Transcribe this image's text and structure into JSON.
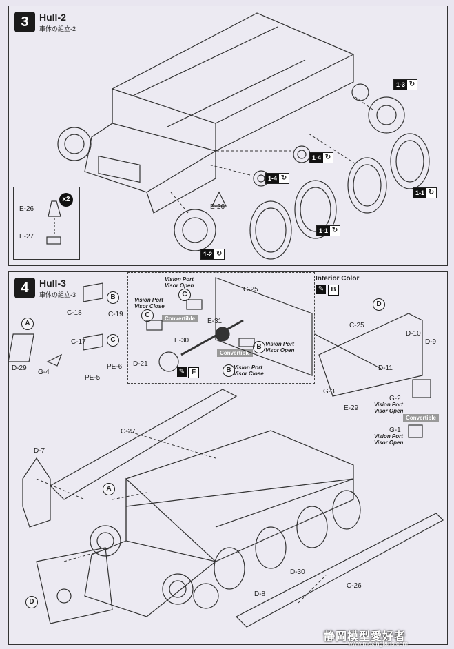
{
  "step3": {
    "number": "3",
    "title": "Hull-2",
    "subtitle": "車体の組立-2",
    "labels": {
      "e26_inset": "E-26",
      "e27_inset": "E-27",
      "e26_main": "E-26",
      "qty": "x2"
    },
    "tags": [
      "1-3",
      "1-4",
      "1-4",
      "1-1",
      "1-1",
      "1-2"
    ]
  },
  "step4": {
    "number": "4",
    "title": "Hull-3",
    "subtitle": "車体の組立-3",
    "interior_color_label": "Interior Color",
    "interior_color_code": "B",
    "paint_code_f": "F",
    "convertible": "Convertible",
    "notes": {
      "vision_port_visor_open": "Vision Port\nVisor Open",
      "vision_port_visor_close": "Vision Port\nVisor Close"
    },
    "labels": {
      "c18": "C-18",
      "c19": "C-19",
      "c17": "C-17",
      "pe6": "PE-6",
      "pe5": "PE-5",
      "d29": "D-29",
      "g4": "G-4",
      "c25a": "C-25",
      "e31": "E-31",
      "e30": "E-30",
      "d21": "D-21",
      "c25b": "C-25",
      "d10": "D-10",
      "d9": "D-9",
      "d11": "D-11",
      "g3": "G-3",
      "e29": "E-29",
      "g2": "G-2",
      "g1": "G-1",
      "c27": "C-27",
      "d7": "D-7",
      "d30": "D-30",
      "d8": "D-8",
      "c26": "C-26"
    },
    "circles": [
      "A",
      "B",
      "C",
      "A",
      "C",
      "C",
      "B",
      "B",
      "D",
      "A",
      "D"
    ]
  },
  "watermark": {
    "title": "静岡模型愛好者",
    "url": "www.moxingfans.com"
  }
}
